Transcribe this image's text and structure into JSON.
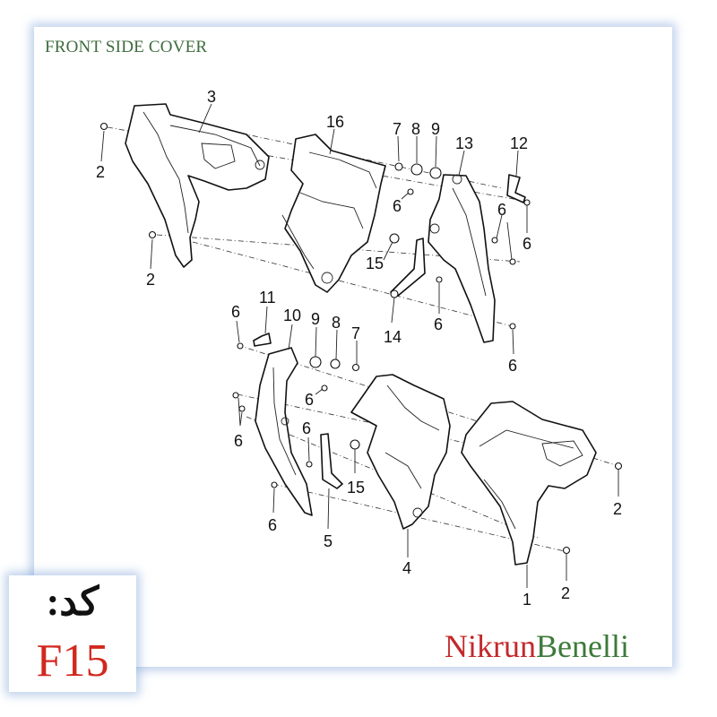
{
  "title": "FRONT SIDE COVER",
  "code_label": "کد:",
  "code_value": "F15",
  "brand": {
    "part1": "Nikrun",
    "part2": "Benelli"
  },
  "callouts": [
    {
      "id": "c3",
      "text": "3"
    },
    {
      "id": "c2a",
      "text": "2"
    },
    {
      "id": "c2b",
      "text": "2"
    },
    {
      "id": "c16",
      "text": "16"
    },
    {
      "id": "c7a",
      "text": "7"
    },
    {
      "id": "c8a",
      "text": "8"
    },
    {
      "id": "c9a",
      "text": "9"
    },
    {
      "id": "c13",
      "text": "13"
    },
    {
      "id": "c12",
      "text": "12"
    },
    {
      "id": "c6a",
      "text": "6"
    },
    {
      "id": "c6b",
      "text": "6"
    },
    {
      "id": "c6c",
      "text": "6"
    },
    {
      "id": "c15a",
      "text": "15"
    },
    {
      "id": "c14",
      "text": "14"
    },
    {
      "id": "c6d",
      "text": "6"
    },
    {
      "id": "c6e",
      "text": "6"
    },
    {
      "id": "c6f",
      "text": "6"
    },
    {
      "id": "c11",
      "text": "11"
    },
    {
      "id": "c10",
      "text": "10"
    },
    {
      "id": "c9b",
      "text": "9"
    },
    {
      "id": "c8b",
      "text": "8"
    },
    {
      "id": "c7b",
      "text": "7"
    },
    {
      "id": "c6g",
      "text": "6"
    },
    {
      "id": "c6h",
      "text": "6"
    },
    {
      "id": "c6i",
      "text": "6"
    },
    {
      "id": "c15b",
      "text": "15"
    },
    {
      "id": "c6j",
      "text": "6"
    },
    {
      "id": "c5",
      "text": "5"
    },
    {
      "id": "c4",
      "text": "4"
    },
    {
      "id": "c2c",
      "text": "2"
    },
    {
      "id": "c1",
      "text": "1"
    },
    {
      "id": "c2d",
      "text": "2"
    }
  ]
}
